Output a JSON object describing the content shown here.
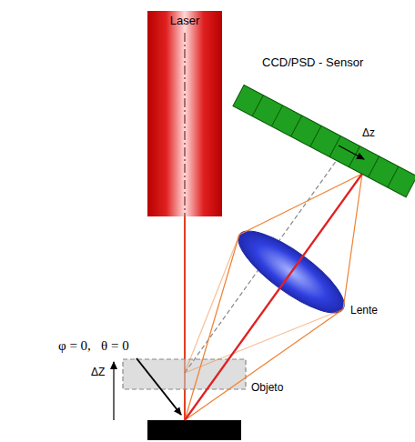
{
  "diagram": {
    "nodes": [
      {
        "text": [
          "Laser"
        ]
      }
    ],
    "labels": [
      "CCD/PSD - Sensor",
      "Δz",
      "Lente",
      "φ = 0,   θ = 0",
      "ΔZ",
      "Objeto"
    ]
  }
}
